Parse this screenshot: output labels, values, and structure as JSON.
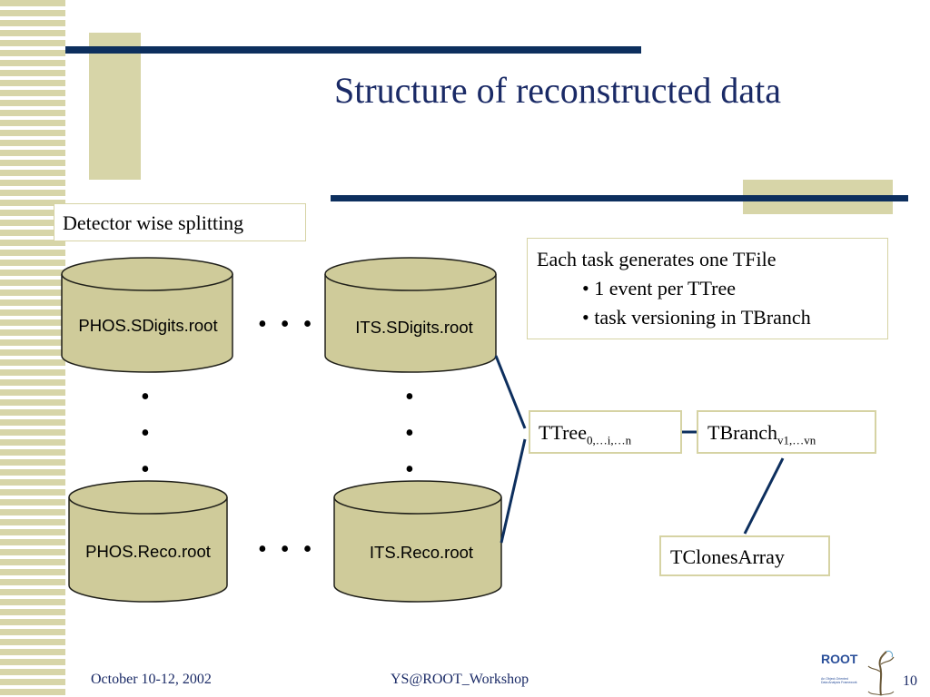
{
  "title": "Structure of reconstructed data",
  "detector_box": "Detector wise splitting",
  "info_box": {
    "heading": "Each task generates one TFile",
    "bullets": [
      "• 1 event per TTree",
      "• task versioning in TBranch"
    ]
  },
  "cylinders": {
    "phos_sdigits": "PHOS.SDigits.root",
    "its_sdigits": "ITS.SDigits.root",
    "phos_reco": "PHOS.Reco.root",
    "its_reco": "ITS.Reco.root"
  },
  "ttree": {
    "base": "TTree",
    "sub": "0,…i,…n"
  },
  "tbranch": {
    "base": "TBranch",
    "sub": "v1,…vn"
  },
  "tclonesarray": "TClonesArray",
  "ellipsis_h": "• • •",
  "dot_v": "•",
  "footer": {
    "date": "October 10-12, 2002",
    "event": "YS@ROOT_Workshop",
    "page": "10"
  },
  "logo": {
    "name": "ROOT",
    "tagline_1": "An Object-Oriented",
    "tagline_2": "Data Analysis Framework"
  },
  "colors": {
    "accent_navy": "#0d2f5e",
    "accent_khaki": "#d7d5a8",
    "cylinder_fill": "#cfcb9a",
    "cylinder_stroke": "#20201a"
  }
}
